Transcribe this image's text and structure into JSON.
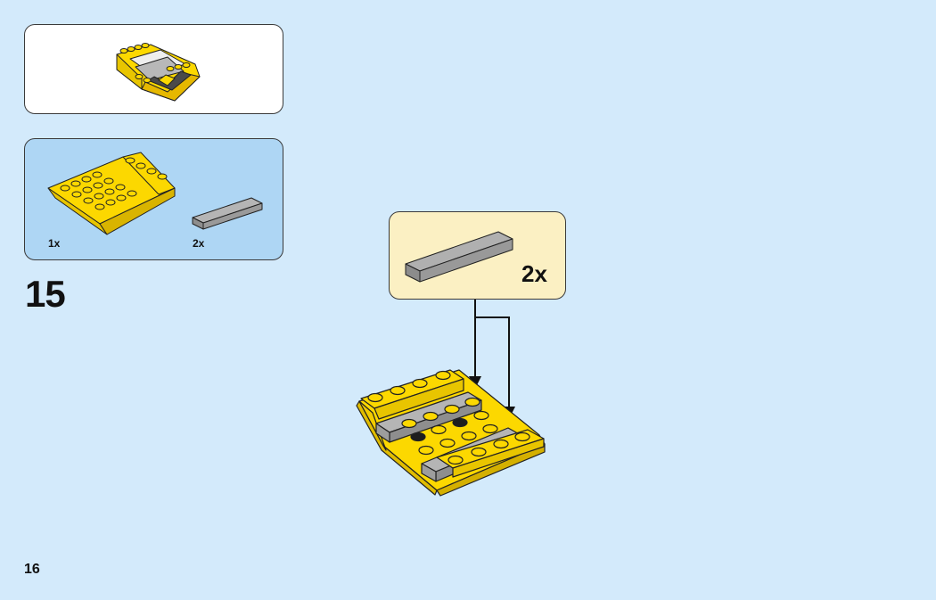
{
  "page": {
    "number": "16"
  },
  "step": {
    "number": "15"
  },
  "parts_list": [
    {
      "icon": "yellow-inverted-slope-plate-icon",
      "qty": "1x"
    },
    {
      "icon": "gray-tile-1x4-icon",
      "qty": "2x"
    }
  ],
  "callout": {
    "icon": "gray-tile-1x4-icon",
    "qty": "2x"
  },
  "colors": {
    "background": "#d3eafb",
    "parts_panel": "#aed6f4",
    "callout_panel": "#fbf0c3",
    "brick_yellow": "#fcd800",
    "tile_gray": "#a9a9a9"
  }
}
